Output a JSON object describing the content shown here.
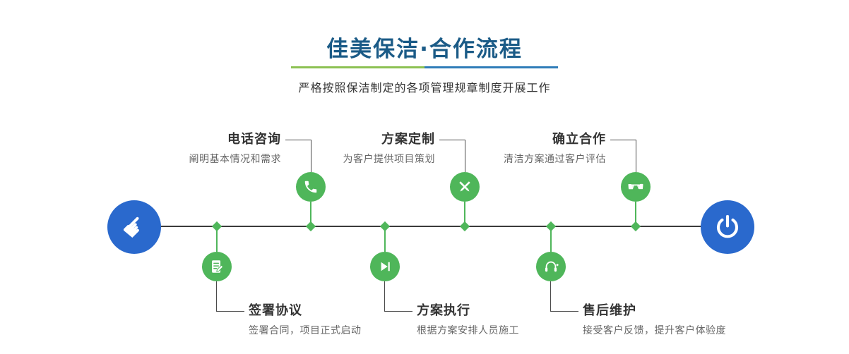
{
  "colors": {
    "title": "#1b5b87",
    "green": "#4fb65a",
    "blue": "#2a69cd",
    "line": "#3b3b3b",
    "connector": "#4a4a4a",
    "text_dark": "#333333",
    "text_gray": "#666666",
    "underline_green": "#8cc152",
    "underline_blue": "#2f7cb8"
  },
  "icons": {
    "pointer_hand": "☛",
    "handshake": "☛☚"
  },
  "header": {
    "title": "佳美保洁·合作流程",
    "subtitle": "严格按照保洁制定的各项管理规章制度开展工作"
  },
  "timeline": {
    "start_icon": "pointer-hand-icon",
    "end_icon": "power-icon",
    "steps_top": [
      {
        "title": "电话咨询",
        "desc": "阐明基本情况和需求",
        "icon": "phone-icon"
      },
      {
        "title": "方案定制",
        "desc": "为客户提供项目策划",
        "icon": "design-tools-icon"
      },
      {
        "title": "确立合作",
        "desc": "清洁方案通过客户评估",
        "icon": "handshake-icon"
      }
    ],
    "steps_bottom": [
      {
        "title": "签署协议",
        "desc": "签署合同，项目正式启动",
        "icon": "sign-document-icon"
      },
      {
        "title": "方案执行",
        "desc": "根据方案安排人员施工",
        "icon": "play-execute-icon"
      },
      {
        "title": "售后维护",
        "desc": "接受客户反馈，提升客户体验度",
        "icon": "customer-service-icon"
      }
    ]
  }
}
